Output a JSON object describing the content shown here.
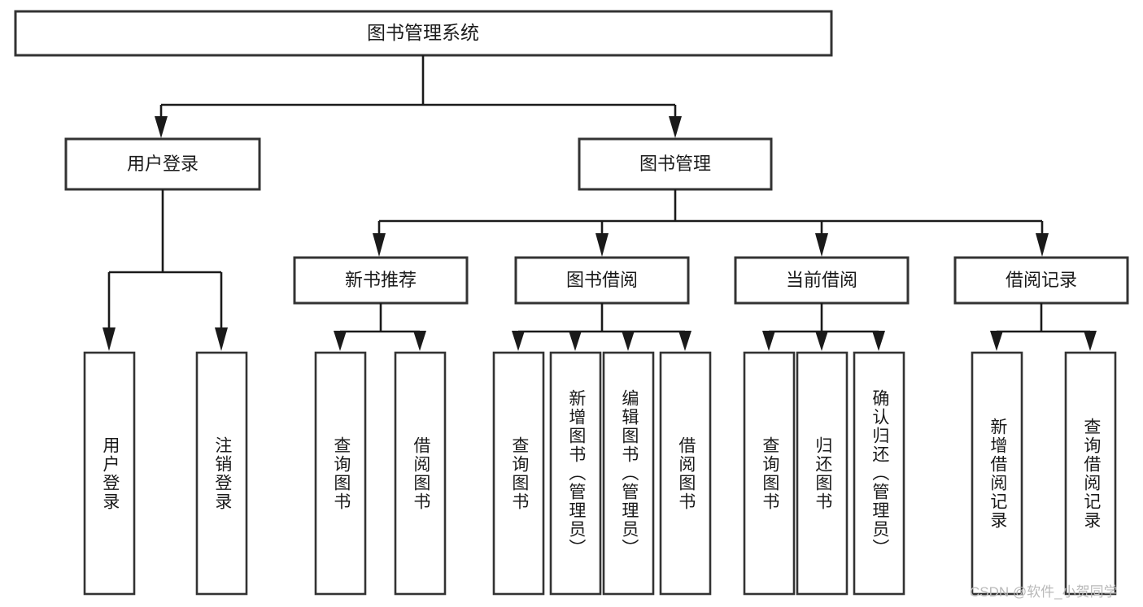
{
  "diagram": {
    "type": "tree-hierarchy-flowchart",
    "title_node": {
      "label": "图书管理系统"
    },
    "level2": [
      {
        "id": "user-login",
        "label": "用户登录"
      },
      {
        "id": "book-management",
        "label": "图书管理"
      }
    ],
    "level3": [
      {
        "id": "new-book-recommend",
        "label": "新书推荐"
      },
      {
        "id": "book-borrow",
        "label": "图书借阅"
      },
      {
        "id": "current-borrow",
        "label": "当前借阅"
      },
      {
        "id": "borrow-record",
        "label": "借阅记录"
      }
    ],
    "leaves": {
      "user_login": [
        {
          "id": "leaf-user-login",
          "label": "用户登录"
        },
        {
          "id": "leaf-logout",
          "label": "注销登录"
        }
      ],
      "new_book_recommend": [
        {
          "id": "leaf-query-book-1",
          "label": "查询图书"
        },
        {
          "id": "leaf-borrow-book-1",
          "label": "借阅图书"
        }
      ],
      "book_borrow": [
        {
          "id": "leaf-query-book-2",
          "label": "查询图书"
        },
        {
          "id": "leaf-add-book",
          "label": "新增图书（管理员）"
        },
        {
          "id": "leaf-edit-book",
          "label": "编辑图书（管理员）"
        },
        {
          "id": "leaf-borrow-book-2",
          "label": "借阅图书"
        }
      ],
      "current_borrow": [
        {
          "id": "leaf-query-book-3",
          "label": "查询图书"
        },
        {
          "id": "leaf-return-book",
          "label": "归还图书"
        },
        {
          "id": "leaf-confirm-return",
          "label": "确认归还（管理员）"
        }
      ],
      "borrow_record": [
        {
          "id": "leaf-add-record",
          "label": "新增借阅记录"
        },
        {
          "id": "leaf-query-record",
          "label": "查询借阅记录"
        }
      ]
    },
    "colors": {
      "background": "#ffffff",
      "box_fill": "#ffffff",
      "box_stroke": "#333333",
      "connector": "#1a1a1a",
      "text": "#1a1a1a",
      "watermark": "#b9b9b9"
    }
  },
  "watermark": {
    "text": "CSDN @软件_小贺同学"
  }
}
